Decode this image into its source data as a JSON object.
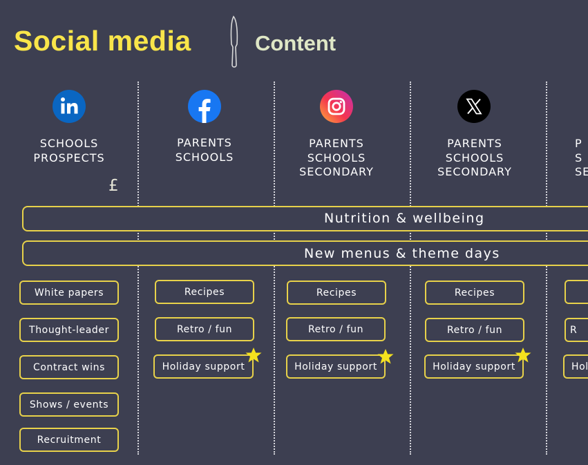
{
  "header": {
    "title": "Social media",
    "subtitle": "Content"
  },
  "columns": [
    {
      "platform": "LinkedIn",
      "icon": "linkedin-icon",
      "brand_color": "#0a66c2",
      "audience": [
        "SCHOOLS",
        "PROSPECTS"
      ],
      "extra_symbol": "£"
    },
    {
      "platform": "Facebook",
      "icon": "facebook-icon",
      "brand_color": "#1877f2",
      "audience": [
        "PARENTS",
        "SCHOOLS"
      ]
    },
    {
      "platform": "Instagram",
      "icon": "instagram-icon",
      "brand_color": "#e1306c",
      "audience": [
        "PARENTS",
        "SCHOOLS",
        "SECONDARY"
      ]
    },
    {
      "platform": "X",
      "icon": "x-icon",
      "brand_color": "#000000",
      "audience": [
        "PARENTS",
        "SCHOOLS",
        "SECONDARY"
      ]
    },
    {
      "platform": "",
      "icon": "",
      "audience": [
        "P",
        "S",
        "SE"
      ]
    }
  ],
  "bands": [
    "Nutrition & wellbeing",
    "New menus & theme days"
  ],
  "content": {
    "linkedin": [
      "White papers",
      "Thought-leader",
      "Contract wins",
      "Shows / events",
      "Recruitment"
    ],
    "facebook": [
      "Recipes",
      "Retro / fun",
      "Holiday support"
    ],
    "instagram": [
      "Recipes",
      "Retro / fun",
      "Holiday support"
    ],
    "x": [
      "Recipes",
      "Retro / fun",
      "Holiday support"
    ],
    "partial": [
      "",
      "R",
      "Holi"
    ]
  },
  "colors": {
    "background": "#3d3f51",
    "title": "#f9e54a",
    "subtitle": "#dfe7c6",
    "chip_border": "#e8d24a",
    "star": "#f5e21e"
  }
}
